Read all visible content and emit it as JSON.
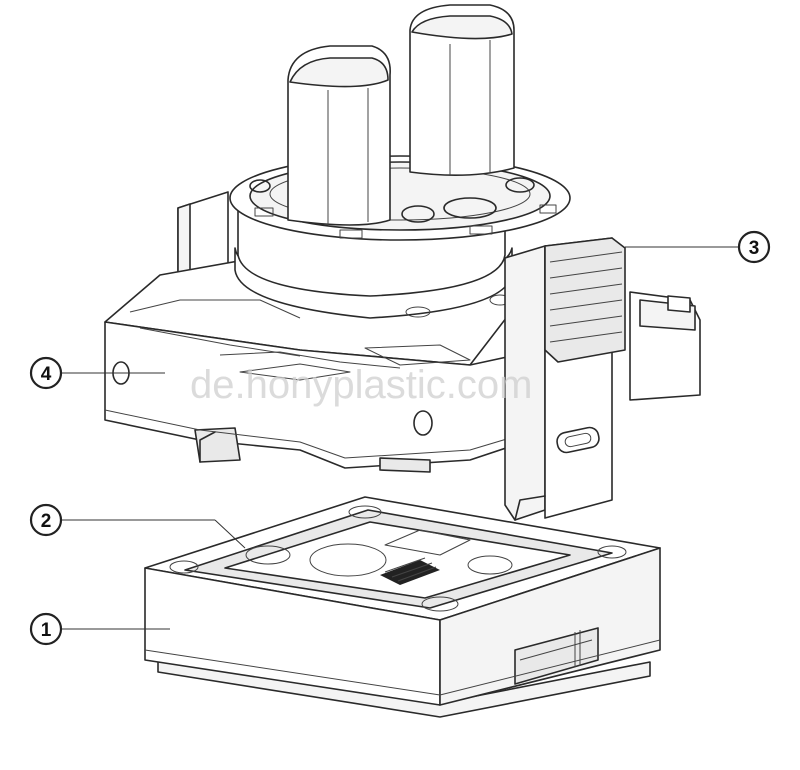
{
  "callouts": [
    {
      "label": "1"
    },
    {
      "label": "2"
    },
    {
      "label": "3"
    },
    {
      "label": "4"
    }
  ],
  "watermark": "de.honyplastic.com"
}
